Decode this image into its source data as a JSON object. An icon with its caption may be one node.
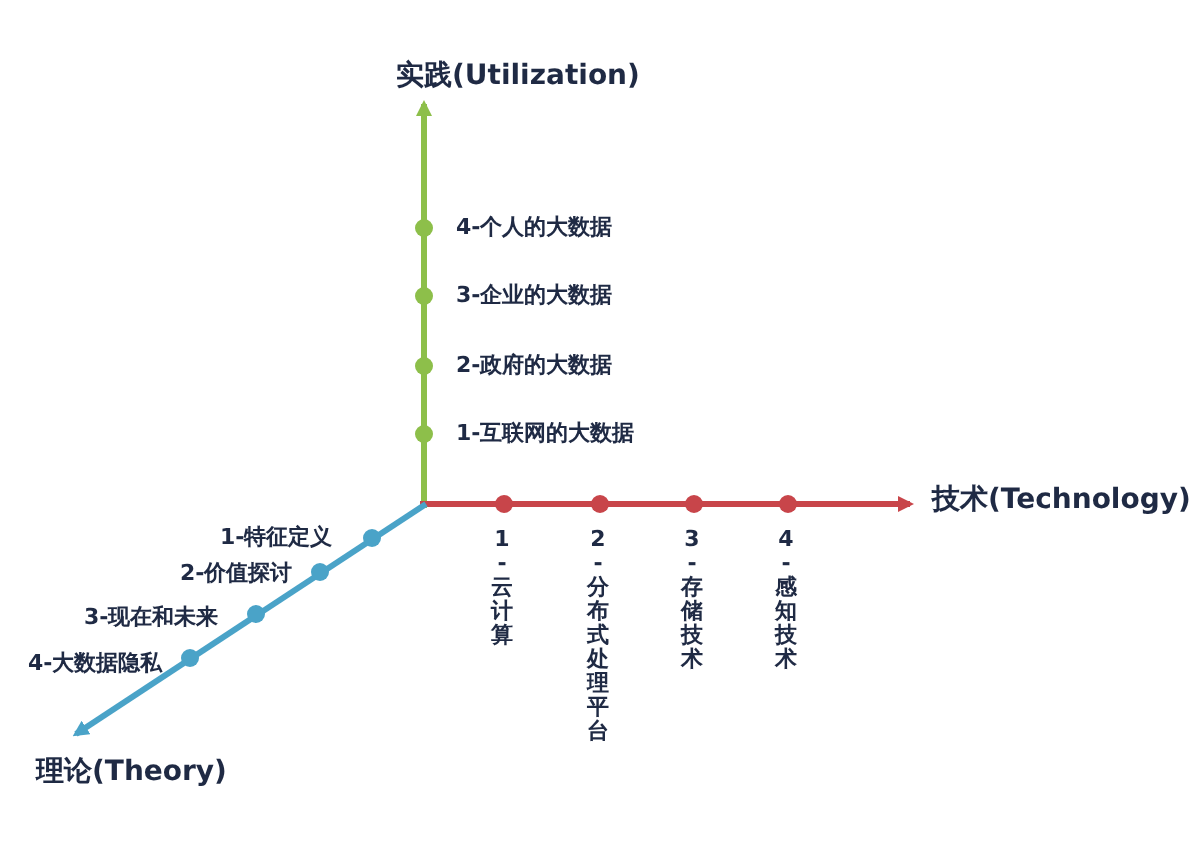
{
  "diagram": {
    "labels": [
      "实践(Utilization)",
      "4-个人的大数据",
      "3-企业的大数据",
      "2-政府的大数据",
      "1-互联网的大数据",
      "技术(Technology)",
      "1-特征定义",
      "1-云计算",
      "2-分布式处理平台",
      "3-存储技术",
      "4-感知技术",
      "2-价值探讨",
      "3-现在和未来",
      "4-大数据隐私",
      "理论(Theory)"
    ]
  }
}
